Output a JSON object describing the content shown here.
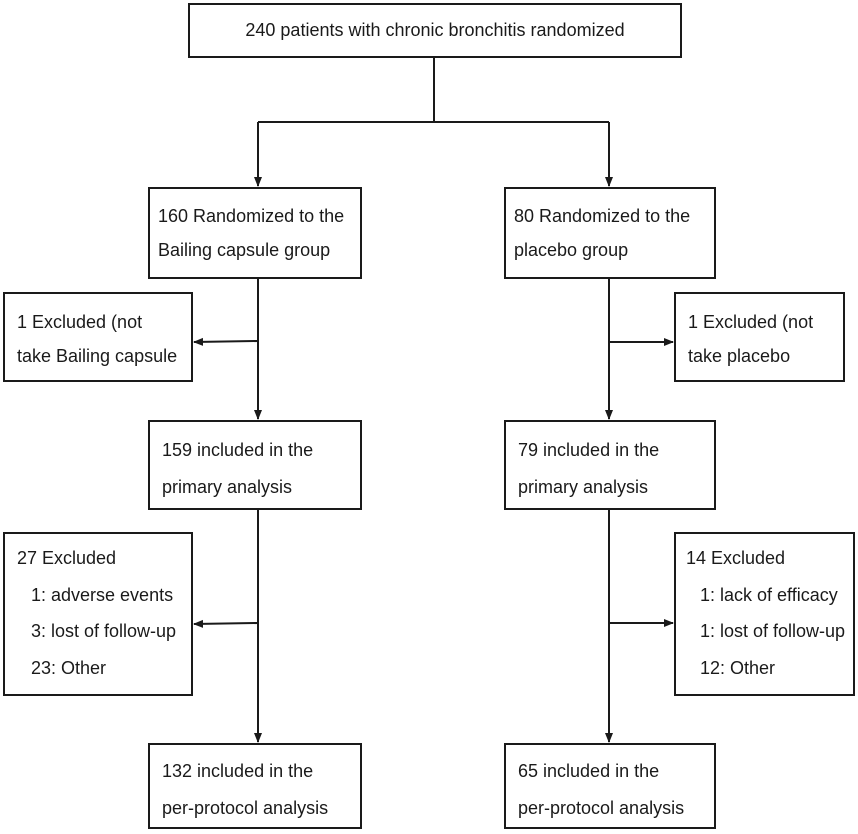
{
  "top": {
    "text": "240 patients with chronic bronchitis randomized"
  },
  "left": {
    "randomized": [
      "160 Randomized to the",
      "Bailing capsule group"
    ],
    "excluded_first": [
      "1 Excluded (not",
      "take Bailing capsule"
    ],
    "primary": [
      "159 included in the",
      "primary analysis"
    ],
    "excluded_second": {
      "title": "27 Excluded",
      "reasons": [
        "1: adverse events",
        "3: lost of follow-up",
        "23: Other"
      ]
    },
    "per_protocol": [
      "132 included in the",
      "per-protocol analysis"
    ]
  },
  "right": {
    "randomized": [
      "80 Randomized to the",
      "placebo group"
    ],
    "excluded_first": [
      "1 Excluded (not",
      "take placebo"
    ],
    "primary": [
      "79 included in the",
      "primary analysis"
    ],
    "excluded_second": {
      "title": "14 Excluded",
      "reasons": [
        "1: lack of efficacy",
        "1: lost of follow-up",
        "12: Other"
      ]
    },
    "per_protocol": [
      "65 included in the",
      "per-protocol analysis"
    ]
  }
}
